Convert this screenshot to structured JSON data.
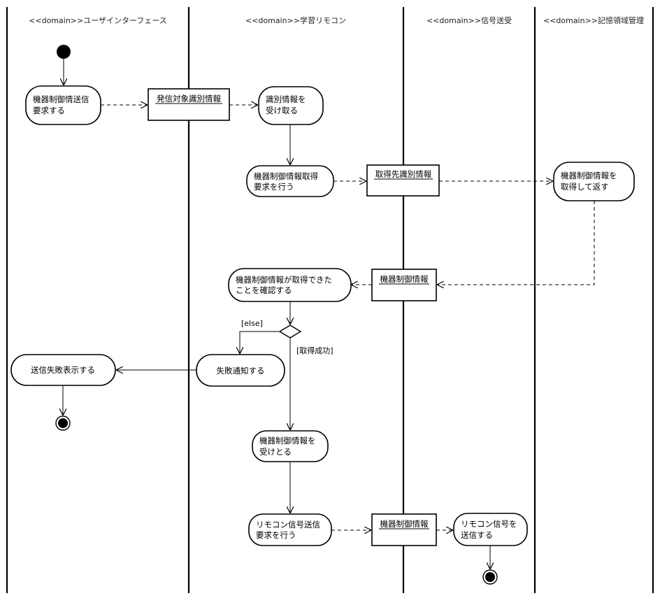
{
  "lanes": [
    "<<domain>>ユーザインターフェース",
    "<<domain>>学習リモコン",
    "<<domain>>信号送受",
    "<<domain>>記憶領域管理"
  ],
  "actions": {
    "request_send": [
      "機器制御情送信",
      "要求する"
    ],
    "receive_id": [
      "識別情報を",
      "受け取る"
    ],
    "request_get": [
      "機器制御情報取得",
      "要求を行う"
    ],
    "get_return": [
      "機器制御情報を",
      "取得して返す"
    ],
    "confirm": [
      "機器制御情報が取得できた",
      "ことを確認する"
    ],
    "notify_fail": [
      "失敗通知する"
    ],
    "show_fail": [
      "送信失敗表示する"
    ],
    "receive_info": [
      "機器制御情報を",
      "受けとる"
    ],
    "request_remote": [
      "リモコン信号送信",
      "要求を行う"
    ],
    "send_signal": [
      "リモコン信号を",
      "送信する"
    ]
  },
  "objects": {
    "send_target_id": "発信対象識別情報",
    "get_source_id": "取得先識別情報",
    "control_info_1": "機器制御情報",
    "control_info_2": "機器制御情報"
  },
  "guards": {
    "else": "[else]",
    "success": "[取得成功]"
  }
}
